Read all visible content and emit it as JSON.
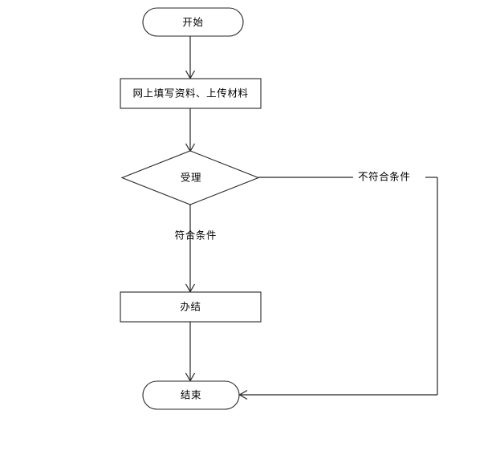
{
  "diagram": {
    "title_text": "",
    "background_color": "#ffffff",
    "stroke_color": "#262626",
    "text_color": "#000000",
    "nodes": [
      {
        "id": "start",
        "type": "terminator",
        "label": "开始"
      },
      {
        "id": "fill",
        "type": "process",
        "label": "网上填写资料、上传材料"
      },
      {
        "id": "accept",
        "type": "decision",
        "label": "受理"
      },
      {
        "id": "finish",
        "type": "process",
        "label": "办结"
      },
      {
        "id": "end",
        "type": "terminator",
        "label": "结束"
      }
    ],
    "edges": [
      {
        "id": "e1",
        "from": "start",
        "to": "fill",
        "label": ""
      },
      {
        "id": "e2",
        "from": "fill",
        "to": "accept",
        "label": ""
      },
      {
        "id": "e3",
        "from": "accept",
        "to": "finish",
        "label": "符合条件"
      },
      {
        "id": "e4",
        "from": "finish",
        "to": "end",
        "label": ""
      },
      {
        "id": "e5",
        "from": "accept",
        "to": "end",
        "label": "不符合条件"
      }
    ]
  }
}
